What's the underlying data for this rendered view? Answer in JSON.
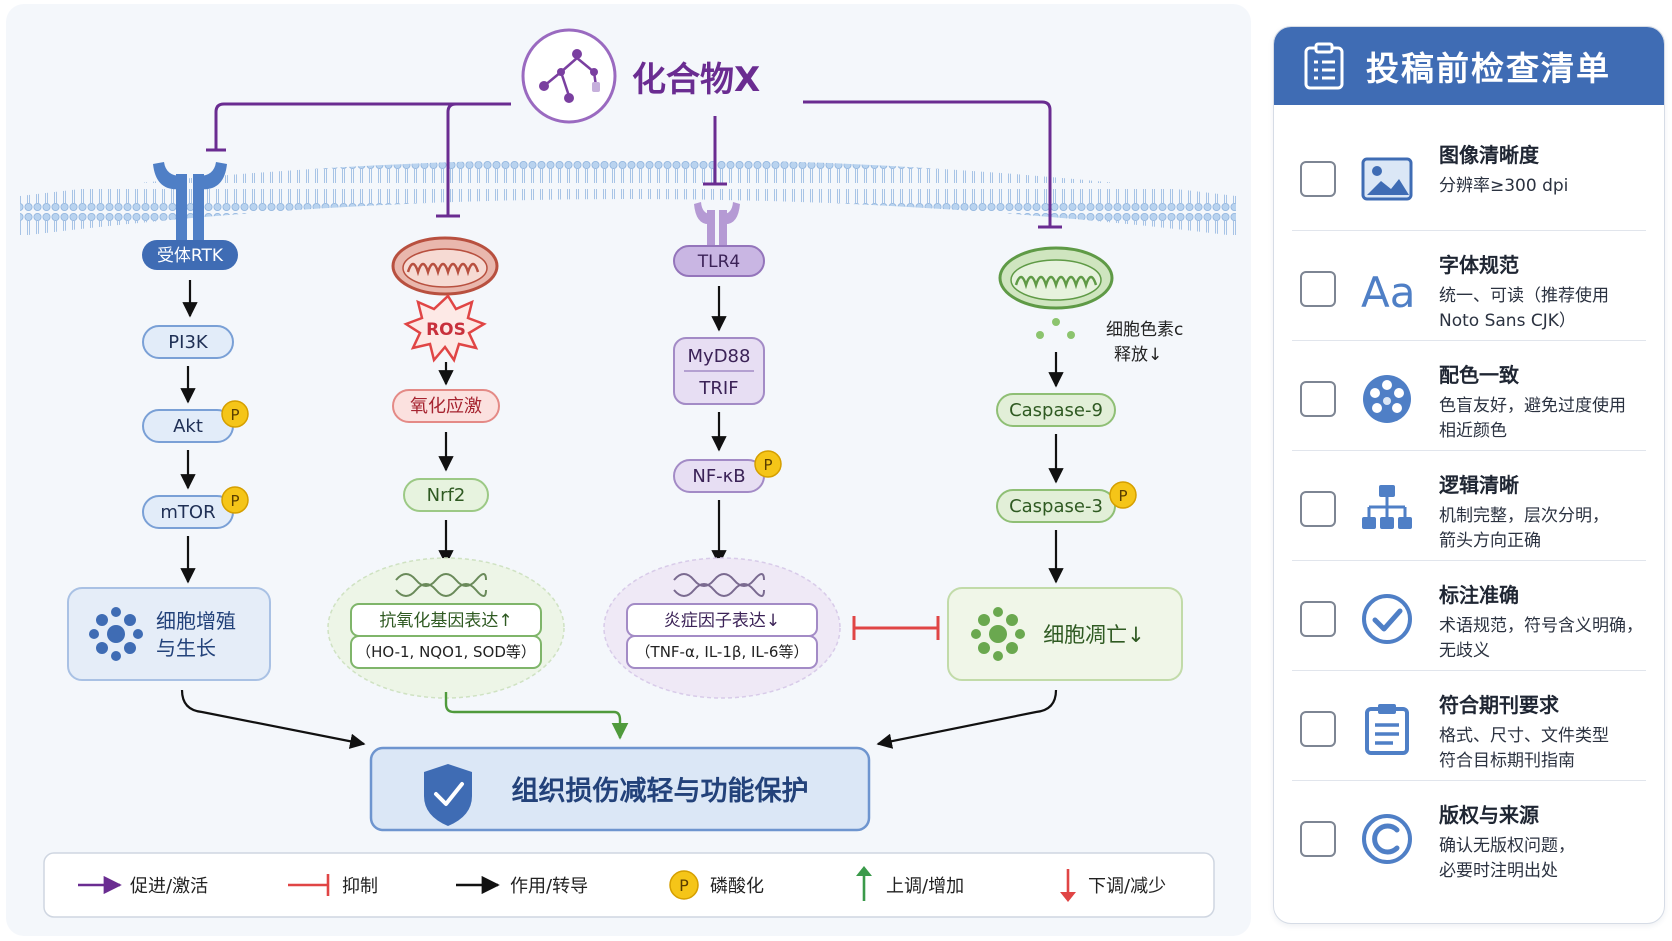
{
  "compound": {
    "name": "化合物X"
  },
  "pathways": {
    "rtk": {
      "receptor": "受体RTK",
      "n1": "PI3K",
      "n2": "Akt",
      "n3": "mTOR",
      "outcome_line1": "细胞增殖",
      "outcome_line2": "与生长"
    },
    "ros": {
      "ros": "ROS",
      "stress": "氧化应激",
      "n1": "Nrf2",
      "gene_label": "抗氧化基因表达↑",
      "gene_sub": "（HO-1, NQO1, SOD等）"
    },
    "tlr": {
      "receptor": "TLR4",
      "adapter1": "MyD88",
      "adapter2": "TRIF",
      "n1": "NF-κB",
      "gene_label": "炎症因子表达↓",
      "gene_sub": "（TNF-α, IL-1β, IL-6等）"
    },
    "apoptosis": {
      "release_line1": "细胞色素c",
      "release_line2": "释放↓",
      "n1": "Caspase-9",
      "n2": "Caspase-3",
      "outcome": "细胞凋亡↓"
    }
  },
  "phospho_badge": "P",
  "final_outcome": "组织损伤减轻与功能保护",
  "legend": [
    {
      "label": "促进/激活",
      "color": "#6a2c91"
    },
    {
      "label": "抑制",
      "color": "#e04545"
    },
    {
      "label": "作用/转导",
      "color": "#111111"
    },
    {
      "label": "磷酸化",
      "symbol": "P"
    },
    {
      "label": "上调/增加",
      "color": "#3a9a4a"
    },
    {
      "label": "下调/减少",
      "color": "#e04545"
    }
  ],
  "colors": {
    "compound": "#6a2c91",
    "rtk": "#3f6cb4",
    "ros": "#c8303c",
    "tlr": "#7a4aa0",
    "apoptosis": "#4f8a3c",
    "inhibit": "#e04545",
    "phospho": "#f5c518"
  },
  "checklist": {
    "title": "投稿前检查清单",
    "items": [
      {
        "title": "图像清晰度",
        "desc": [
          "分辨率≥300 dpi"
        ],
        "icon": "image-icon"
      },
      {
        "title": "字体规范",
        "desc": [
          "统一、可读（推荐使用",
          "Noto Sans CJK）"
        ],
        "icon": "font-icon"
      },
      {
        "title": "配色一致",
        "desc": [
          "色盲友好，避免过度使用",
          "相近颜色"
        ],
        "icon": "palette-icon"
      },
      {
        "title": "逻辑清晰",
        "desc": [
          "机制完整，层次分明，",
          "箭头方向正确"
        ],
        "icon": "hierarchy-icon"
      },
      {
        "title": "标注准确",
        "desc": [
          "术语规范，符号含义明确，",
          "无歧义"
        ],
        "icon": "check-circle-icon"
      },
      {
        "title": "符合期刊要求",
        "desc": [
          "格式、尺寸、文件类型",
          "符合目标期刊指南"
        ],
        "icon": "clipboard-icon"
      },
      {
        "title": "版权与来源",
        "desc": [
          "确认无版权问题，",
          "必要时注明出处"
        ],
        "icon": "copyright-icon"
      }
    ]
  }
}
